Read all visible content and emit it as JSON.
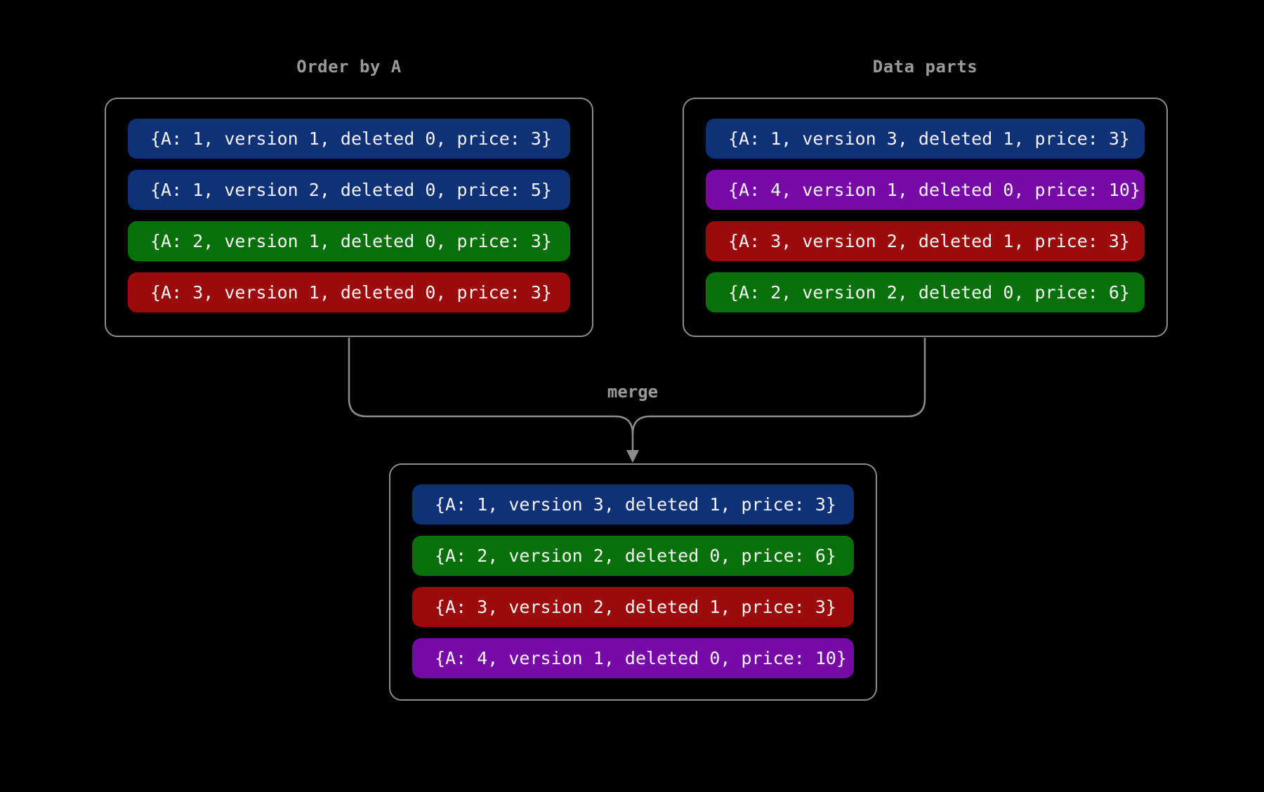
{
  "canvas": {
    "bg": "#000000",
    "line_color": "#8d8d8d",
    "label_color": "#9a9a9a",
    "row_text_color": "#f5f5f5"
  },
  "colors": {
    "blue": "#0f3175",
    "green": "#087008",
    "red": "#9c0b0b",
    "purple": "#7709a6"
  },
  "left_box": {
    "title": "Order by A",
    "rows": [
      {
        "text": "{A: 1, version 1, deleted 0, price: 3}",
        "color": "blue"
      },
      {
        "text": "{A: 1, version 2, deleted 0, price: 5}",
        "color": "blue"
      },
      {
        "text": "{A: 2, version 1, deleted 0, price: 3}",
        "color": "green"
      },
      {
        "text": "{A: 3, version 1, deleted 0, price: 3}",
        "color": "red"
      }
    ]
  },
  "right_box": {
    "title": "Data parts",
    "rows": [
      {
        "text": "{A: 1, version 3, deleted 1, price: 3}",
        "color": "blue"
      },
      {
        "text": "{A: 4, version 1, deleted 0, price: 10}",
        "color": "purple"
      },
      {
        "text": "{A: 3, version 2, deleted 1, price: 3}",
        "color": "red"
      },
      {
        "text": "{A: 2, version 2, deleted 0, price: 6}",
        "color": "green"
      }
    ]
  },
  "merge": {
    "label": "merge"
  },
  "merged_box": {
    "rows": [
      {
        "text": "{A: 1, version 3, deleted 1, price: 3}",
        "color": "blue"
      },
      {
        "text": "{A: 2, version 2, deleted 0, price: 6}",
        "color": "green"
      },
      {
        "text": "{A: 3, version 2, deleted 1, price: 3}",
        "color": "red"
      },
      {
        "text": "{A: 4, version 1, deleted 0, price: 10}",
        "color": "purple"
      }
    ]
  }
}
